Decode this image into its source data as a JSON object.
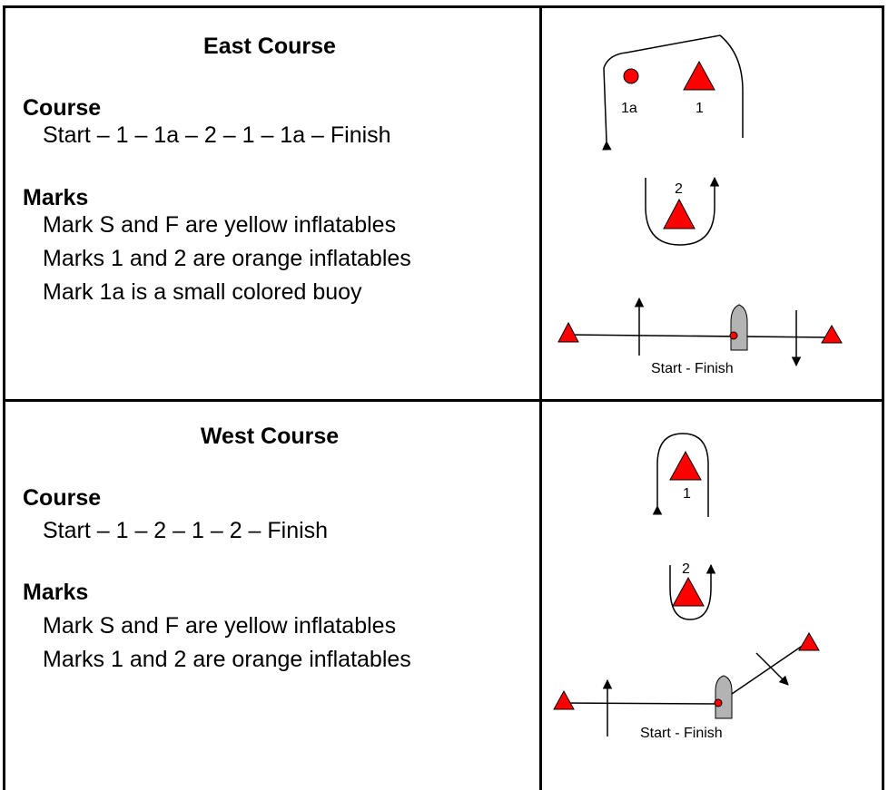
{
  "east": {
    "title": "East Course",
    "course_heading": "Course",
    "course_sequence": "Start – 1 – 1a – 2 – 1 – 1a – Finish",
    "marks_heading": "Marks",
    "marks": [
      "Mark S and F are yellow inflatables",
      "Marks 1 and 2 are orange inflatables",
      "Mark 1a is a small colored buoy"
    ],
    "diagram": {
      "label_1a": "1a",
      "label_1": "1",
      "label_2": "2",
      "start_finish": "Start - Finish"
    }
  },
  "west": {
    "title": "West Course",
    "course_heading": "Course",
    "course_sequence": "Start – 1 – 2 – 1 – 2 – Finish",
    "marks_heading": "Marks",
    "marks": [
      "Mark S and F are yellow inflatables",
      "Marks 1 and 2 are orange inflatables"
    ],
    "diagram": {
      "label_1": "1",
      "label_2": "2",
      "start_finish": "Start - Finish"
    }
  },
  "colors": {
    "mark": "#ff0000",
    "boat": "#b3b3b3",
    "line": "#000000"
  }
}
